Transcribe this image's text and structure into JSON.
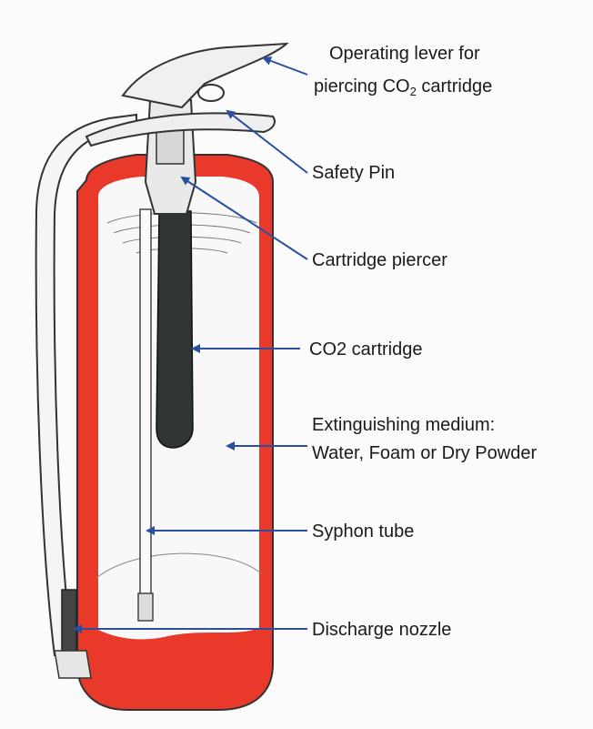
{
  "labels": {
    "lever_line1": "Operating lever for",
    "lever_line2_prefix": "piercing CO",
    "lever_line2_sub": "2",
    "lever_line2_suffix": " cartridge",
    "safety_pin": "Safety Pin",
    "cartridge_piercer": "Cartridge piercer",
    "co2_cartridge": "CO2 cartridge",
    "medium_line1": "Extinguishing medium:",
    "medium_line2": "Water, Foam or Dry Powder",
    "syphon_tube": "Syphon tube",
    "discharge_nozzle": "Discharge nozzle"
  },
  "colors": {
    "shell_red": "#e8392b",
    "cartridge": "#2f3530",
    "arrow_blue": "#2a4fa0",
    "outline": "#333333"
  }
}
